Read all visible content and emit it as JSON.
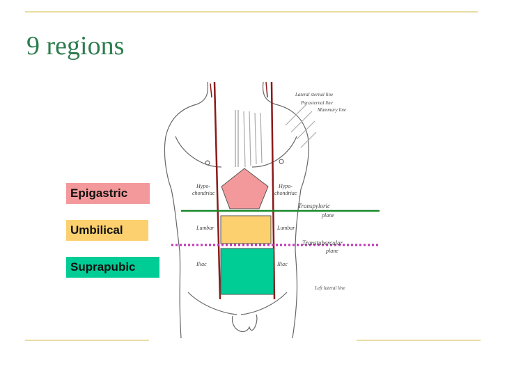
{
  "title": "9 regions",
  "colors": {
    "accent_line": "#e8dca4",
    "title": "#2e7d4f",
    "epigastric": "#f4999b",
    "umbilical": "#fcd06f",
    "suprapubic": "#00cc95",
    "vertical_lines": "#8b1a1a",
    "transpyloric_line": "#1a8a2a",
    "transtubercular_line": "#c233b8"
  },
  "legend": {
    "epigastric": "Epigastric",
    "umbilical": "Umbilical",
    "suprapubic": "Suprapubic"
  },
  "figure_labels": {
    "lateral_sternal": "Lateral sternal line",
    "parasternal": "Parasternal line",
    "mammary": "Mammary line",
    "hypochondriac_left": "Hypo-",
    "hypochondriac_left_2": "chondriac",
    "hypochondriac_right": "Hypo-",
    "hypochondriac_right_2": "chondriac",
    "transpyloric": "Transpyloric",
    "transpyloric_2": "plane",
    "lumbar_left": "Lumbar",
    "lumbar_right": "Lumbar",
    "transtubercular": "Transtubercular",
    "transtubercular_2": "plane",
    "iliac_left": "Iliac",
    "iliac_right": "Iliac",
    "left_lateral": "Left lateral line"
  },
  "shape_icons": {
    "epigastric": "pentagon-shape",
    "umbilical": "rectangle-shape",
    "suprapubic": "rectangle-shape"
  }
}
